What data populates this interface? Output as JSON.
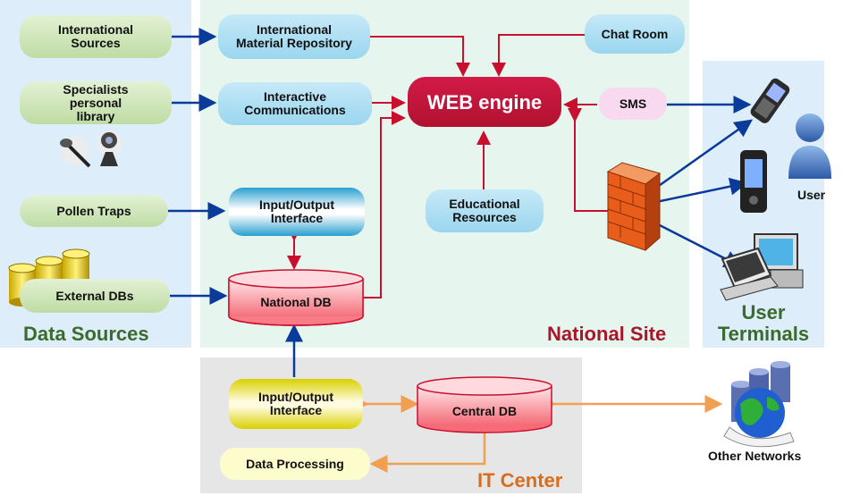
{
  "zones": {
    "data_sources": "Data Sources",
    "national_site": "National Site",
    "user_terminals": "User Terminals",
    "it_center": "IT Center"
  },
  "nodes": {
    "international_sources": "International Sources",
    "specialists_library": "Specialists personal library",
    "pollen_traps": "Pollen Traps",
    "external_dbs": "External DBs",
    "intl_material_repository": "International Material Repository",
    "interactive_communications": "Interactive Communications",
    "io_interface_national": "Input/Output Interface",
    "national_db": "National DB",
    "web_engine": "WEB engine",
    "chat_room": "Chat Room",
    "sms": "SMS",
    "educational_resources": "Educational Resources",
    "io_interface_it": "Input/Output Interface",
    "central_db": "Central DB",
    "data_processing": "Data Processing"
  },
  "labels": {
    "user": "User",
    "other_networks": "Other Networks"
  },
  "colors": {
    "arrow_blue": "#0a3a9a",
    "arrow_red": "#c8102e",
    "arrow_orange": "#f0a050",
    "web_engine": "#c41535"
  }
}
